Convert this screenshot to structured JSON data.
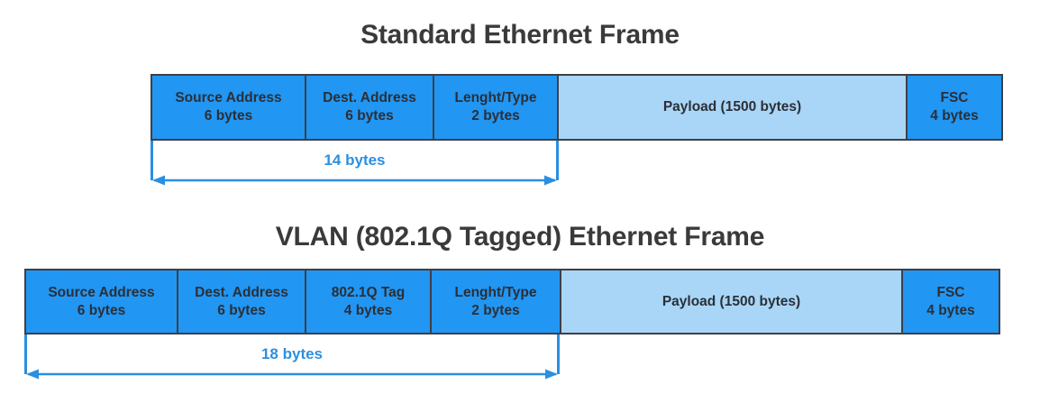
{
  "diagram": {
    "accent_blue": "#2196f3",
    "payload_blue": "#a9d6f7",
    "border_color": "#3f3f46",
    "dimension_color": "#2b8fe0",
    "title_color": "#3a3a3a"
  },
  "frames": [
    {
      "title": "Standard Ethernet Frame",
      "fields": [
        {
          "name": "Source Address",
          "size": "6 bytes"
        },
        {
          "name": "Dest. Address",
          "size": "6 bytes"
        },
        {
          "name": "Lenght/Type",
          "size": "2 bytes"
        },
        {
          "name": "Payload (1500 bytes)",
          "size": ""
        },
        {
          "name": "FSC",
          "size": "4 bytes"
        }
      ],
      "dimension": {
        "label": "14 bytes",
        "spans": "Source Address + Dest. Address + Lenght/Type"
      }
    },
    {
      "title": "VLAN (802.1Q Tagged) Ethernet Frame",
      "fields": [
        {
          "name": "Source Address",
          "size": "6 bytes"
        },
        {
          "name": "Dest. Address",
          "size": "6 bytes"
        },
        {
          "name": "802.1Q Tag",
          "size": "4 bytes"
        },
        {
          "name": "Lenght/Type",
          "size": "2 bytes"
        },
        {
          "name": "Payload (1500 bytes)",
          "size": ""
        },
        {
          "name": "FSC",
          "size": "4 bytes"
        }
      ],
      "dimension": {
        "label": "18 bytes",
        "spans": "Source Address + Dest. Address + 802.1Q Tag + Lenght/Type"
      }
    }
  ]
}
